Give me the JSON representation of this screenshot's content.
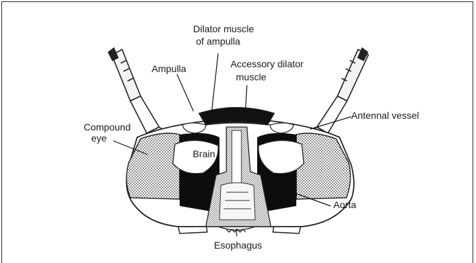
{
  "labels": {
    "dilator_muscle_line1": "Dilator muscle",
    "dilator_muscle_line2": "of ampulla",
    "ampulla": "Ampulla",
    "accessory_line1": "Accessory dilator",
    "accessory_line2": "muscle",
    "antennal_vessel": "Antennal vessel",
    "compound_eye_line1": "Compound",
    "compound_eye_line2": "eye",
    "brain": "Brain",
    "aorta": "Aorta",
    "esophagus": "Esophagus"
  }
}
